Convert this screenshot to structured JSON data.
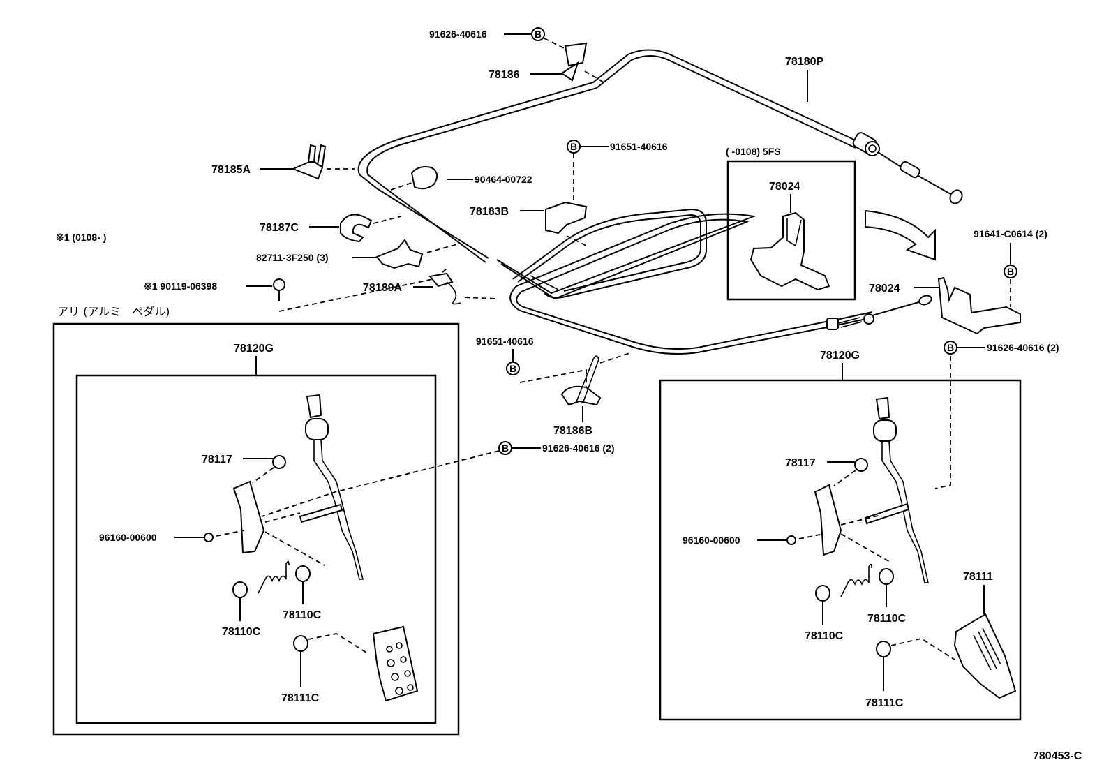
{
  "diagram": {
    "code": "780453-C",
    "notes": {
      "note1": "※1 (0108-      )",
      "variant_5fs": "(      -0108) 5FS",
      "aluminum_pedal": "アリ (アルミ　ペダル)"
    },
    "bolt_symbol": "B",
    "labels": {
      "p91626_top": "91626-40616",
      "p78186": "78186",
      "p78180P": "78180P",
      "p78185A": "78185A",
      "p90464": "90464-00722",
      "p91651_top": "91651-40616",
      "p78183B": "78183B",
      "p78187C": "78187C",
      "p82711": "82711-3F250 (3)",
      "p90119": "※1 90119-06398",
      "p78189A": "78189A",
      "p78024_inset": "78024",
      "p78024": "78024",
      "p91641": "91641-C0614 (2)",
      "p91626_right": "91626-40616 (2)",
      "p91651_mid": "91651-40616",
      "p78186B": "78186B",
      "p91626_mid": "91626-40616 (2)"
    },
    "left_assembly": {
      "assy": "78120G",
      "p78117": "78117",
      "p96160": "96160-00600",
      "p78110C_a": "78110C",
      "p78110C_b": "78110C",
      "p78111C": "78111C"
    },
    "right_assembly": {
      "assy": "78120G",
      "p78117": "78117",
      "p96160": "96160-00600",
      "p78110C_a": "78110C",
      "p78110C_b": "78110C",
      "p78111": "78111",
      "p78111C": "78111C"
    }
  }
}
